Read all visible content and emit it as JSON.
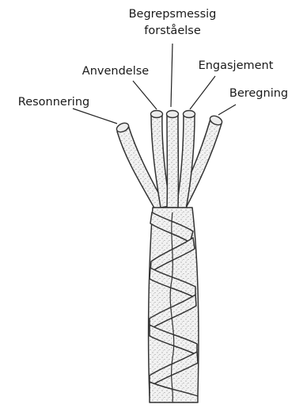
{
  "labels": {
    "conceptual_line1": "Begrepsmessig",
    "conceptual_line2": "forståelse",
    "application": "Anvendelse",
    "engagement": "Engasjement",
    "reasoning": "Resonnering",
    "computation": "Beregning"
  }
}
